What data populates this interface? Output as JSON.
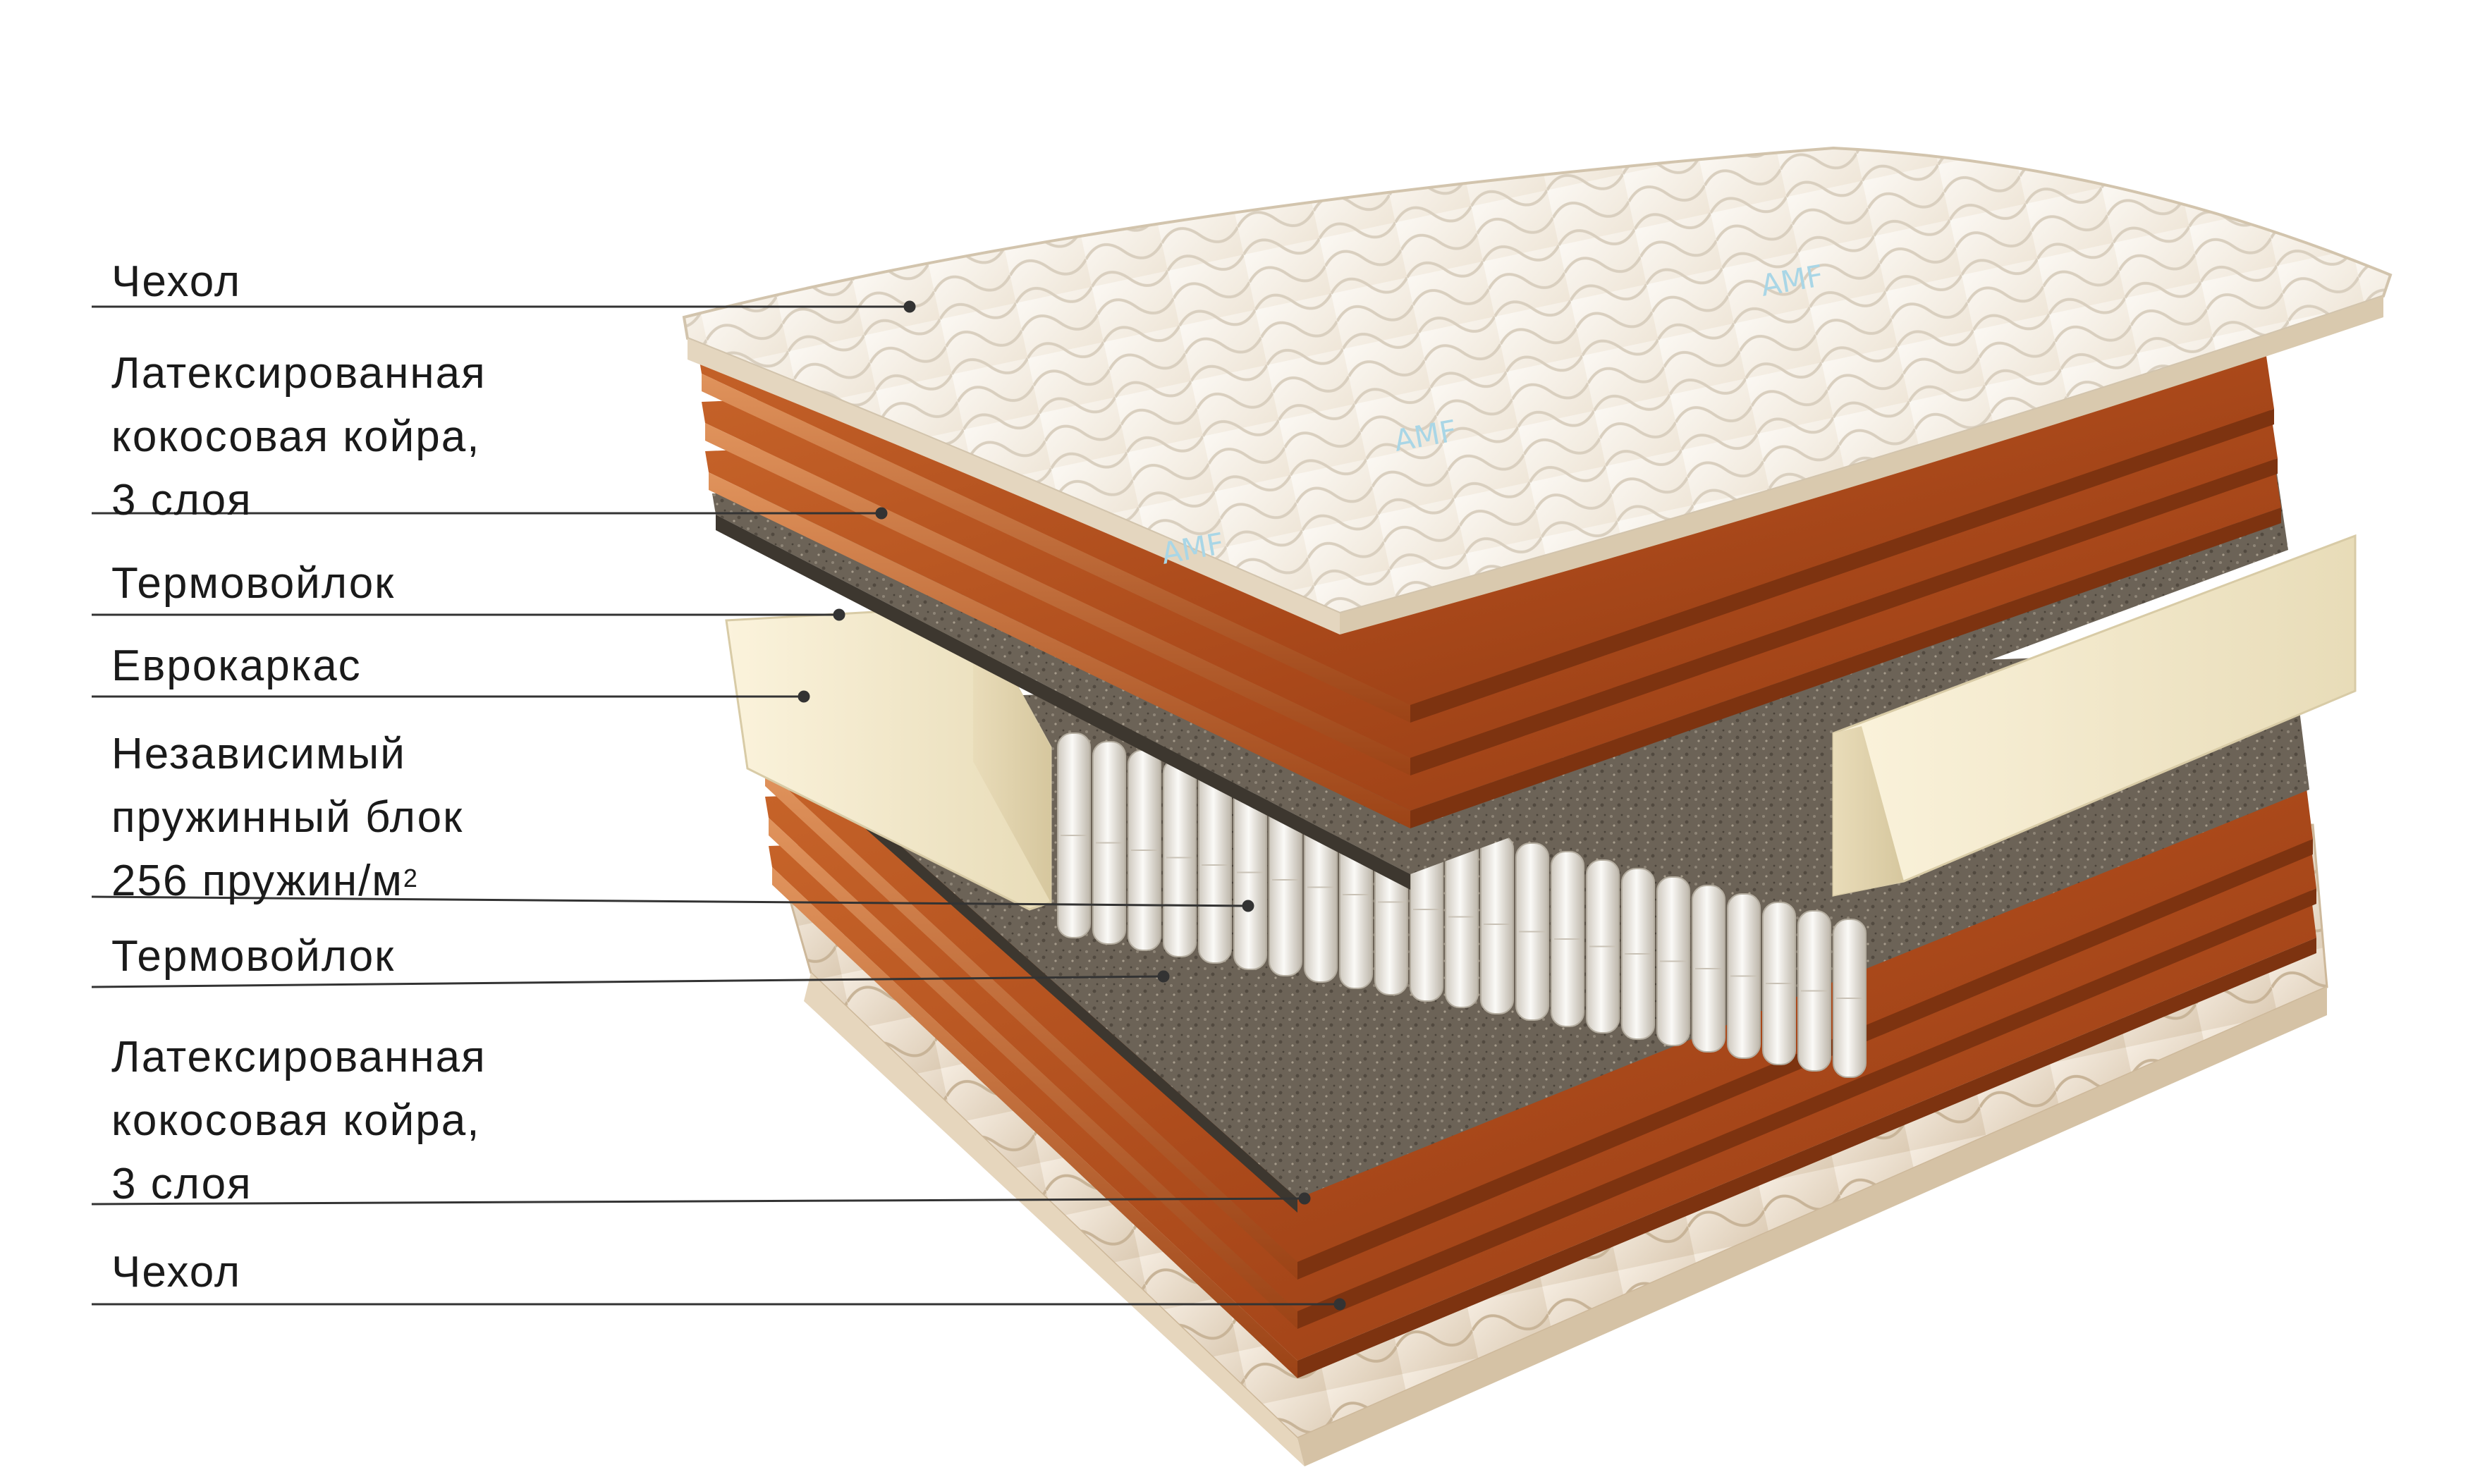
{
  "labels": [
    {
      "id": "cover-top",
      "lines": [
        "Чехол"
      ]
    },
    {
      "id": "coir-top",
      "lines": [
        "Латексированная",
        "кокосовая койра,",
        "3 слоя"
      ]
    },
    {
      "id": "felt-top",
      "lines": [
        "Термовойлок"
      ]
    },
    {
      "id": "euroframe",
      "lines": [
        "Еврокаркас"
      ]
    },
    {
      "id": "spring-block",
      "lines": [
        "Независимый",
        "пружинный блок",
        "256 пружин/м"
      ],
      "superscript": "2"
    },
    {
      "id": "felt-bottom",
      "lines": [
        "Термовойлок"
      ]
    },
    {
      "id": "coir-bottom",
      "lines": [
        "Латексированная",
        "кокосовая койра,",
        "3 слоя"
      ]
    },
    {
      "id": "cover-bottom",
      "lines": [
        "Чехол"
      ]
    }
  ],
  "brand_watermark": "AMF",
  "colors": {
    "cover": "#f4ede2",
    "coir": "#b4541c",
    "felt": "#6e6558",
    "foam": "#f2e7c8",
    "spring": "#efece6",
    "leader": "#333333"
  }
}
